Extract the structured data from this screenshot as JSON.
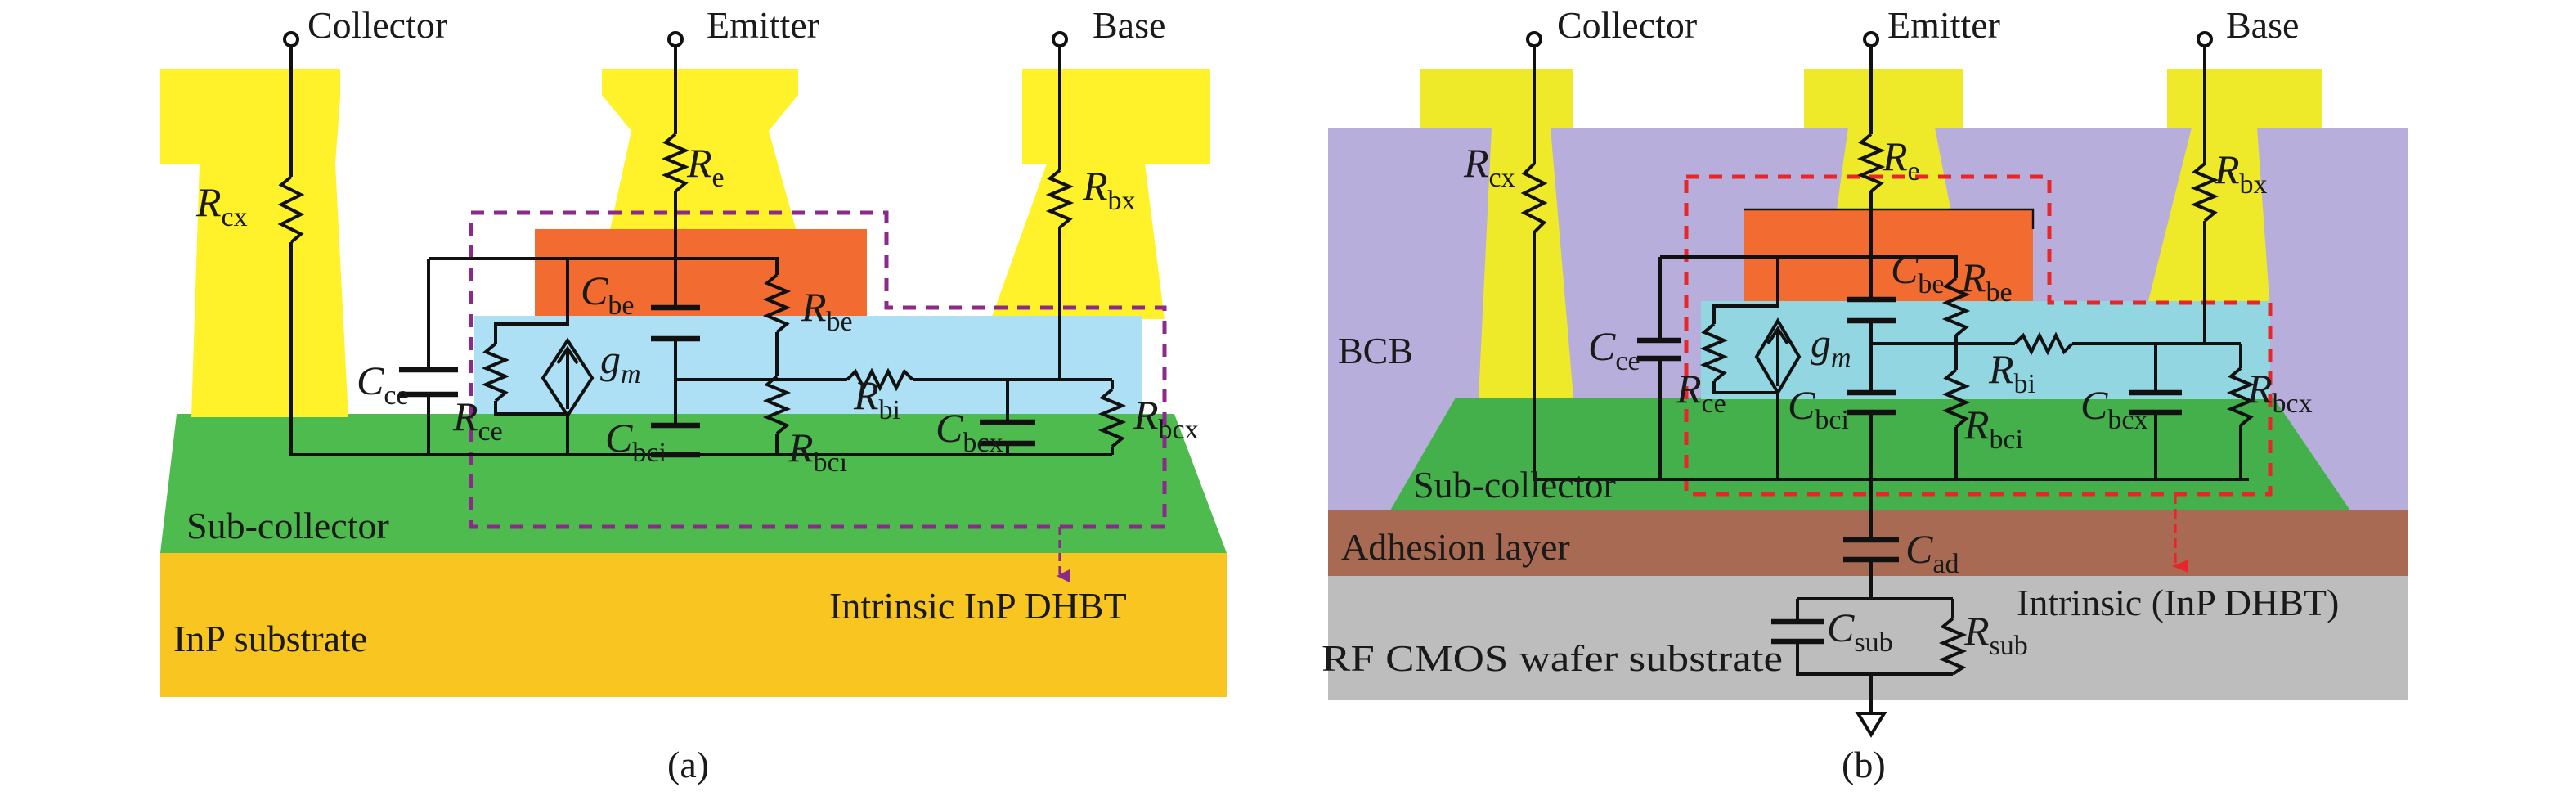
{
  "figure": {
    "panels": [
      {
        "id": "a",
        "caption": "(a)",
        "terminals": {
          "collector": "Collector",
          "emitter": "Emitter",
          "base": "Base"
        },
        "layers": {
          "sub_collector": "Sub-collector",
          "substrate": "InP substrate"
        },
        "intrinsic_label": "Intrinsic InP DHBT",
        "components": {
          "Rcx": {
            "main": "R",
            "sub": "cx"
          },
          "Re": {
            "main": "R",
            "sub": "e"
          },
          "Rbx": {
            "main": "R",
            "sub": "bx"
          },
          "Cbe": {
            "main": "C",
            "sub": "be"
          },
          "Rbe": {
            "main": "R",
            "sub": "be"
          },
          "gm": {
            "main": "g",
            "sub": "m"
          },
          "Cce": {
            "main": "C",
            "sub": "ce"
          },
          "Rce": {
            "main": "R",
            "sub": "ce"
          },
          "Rbi": {
            "main": "R",
            "sub": "bi"
          },
          "Cbci": {
            "main": "C",
            "sub": "bci"
          },
          "Rbci": {
            "main": "R",
            "sub": "bci"
          },
          "Cbcx": {
            "main": "C",
            "sub": "bcx"
          },
          "Rbcx": {
            "main": "R",
            "sub": "bcx"
          }
        },
        "colors": {
          "pad": "#FFF22A",
          "emitter_layer": "#F26B30",
          "base_layer": "#AEE0F5",
          "sub_collector": "#4DBB4E",
          "substrate": "#F9C621",
          "intrinsic_box": "#8B2A8B"
        }
      },
      {
        "id": "b",
        "caption": "(b)",
        "terminals": {
          "collector": "Collector",
          "emitter": "Emitter",
          "base": "Base"
        },
        "layers": {
          "bcb": "BCB",
          "sub_collector": "Sub-collector",
          "adhesion": "Adhesion layer",
          "substrate": "RF CMOS wafer substrate"
        },
        "intrinsic_label": "Intrinsic (InP DHBT)",
        "components": {
          "Rcx": {
            "main": "R",
            "sub": "cx"
          },
          "Re": {
            "main": "R",
            "sub": "e"
          },
          "Rbx": {
            "main": "R",
            "sub": "bx"
          },
          "Cbe": {
            "main": "C",
            "sub": "be"
          },
          "Rbe": {
            "main": "R",
            "sub": "be"
          },
          "gm": {
            "main": "g",
            "sub": "m"
          },
          "Cce": {
            "main": "C",
            "sub": "ce"
          },
          "Rce": {
            "main": "R",
            "sub": "ce"
          },
          "Rbi": {
            "main": "R",
            "sub": "bi"
          },
          "Cbci": {
            "main": "C",
            "sub": "bci"
          },
          "Rbci": {
            "main": "R",
            "sub": "bci"
          },
          "Cbcx": {
            "main": "C",
            "sub": "bcx"
          },
          "Rbcx": {
            "main": "R",
            "sub": "bcx"
          },
          "Cad": {
            "main": "C",
            "sub": "ad"
          },
          "Csub": {
            "main": "C",
            "sub": "sub"
          },
          "Rsub": {
            "main": "R",
            "sub": "sub"
          }
        },
        "colors": {
          "pad": "#EEEA2A",
          "bcb": "#B7AEDB",
          "emitter_layer": "#F26B30",
          "base_layer": "#92D6E2",
          "sub_collector": "#44B04C",
          "adhesion": "#A86A52",
          "substrate": "#BDBDBD",
          "intrinsic_box": "#E8262A"
        }
      }
    ]
  }
}
